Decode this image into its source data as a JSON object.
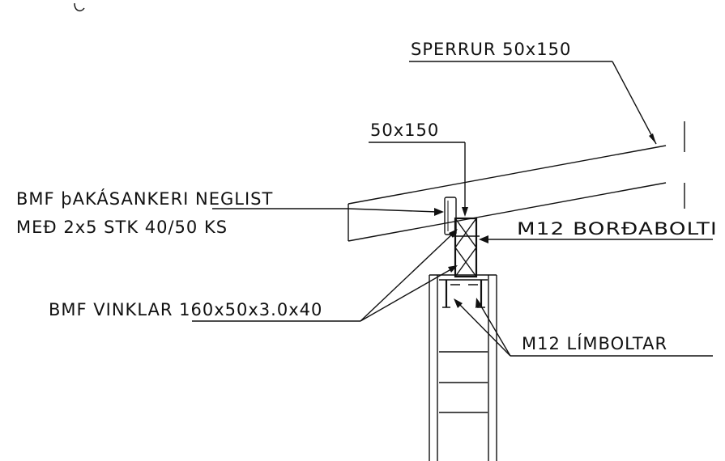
{
  "labels": {
    "rafter": "SPERRUR 50x150",
    "beam": "50x150",
    "anchor_line1": "BMF þAKÁSANKERI NEGLIST",
    "anchor_line2": "MEÐ 2x5 STK 40/50 KS",
    "bolt": "M12  BORÐABOLTI",
    "angle": "BMF VINKLAR 160x50x3.0x40",
    "glue_bolts": "M12  LÍMBOLTAR"
  },
  "colors": {
    "ink": "#111111",
    "background": "#ffffff"
  }
}
